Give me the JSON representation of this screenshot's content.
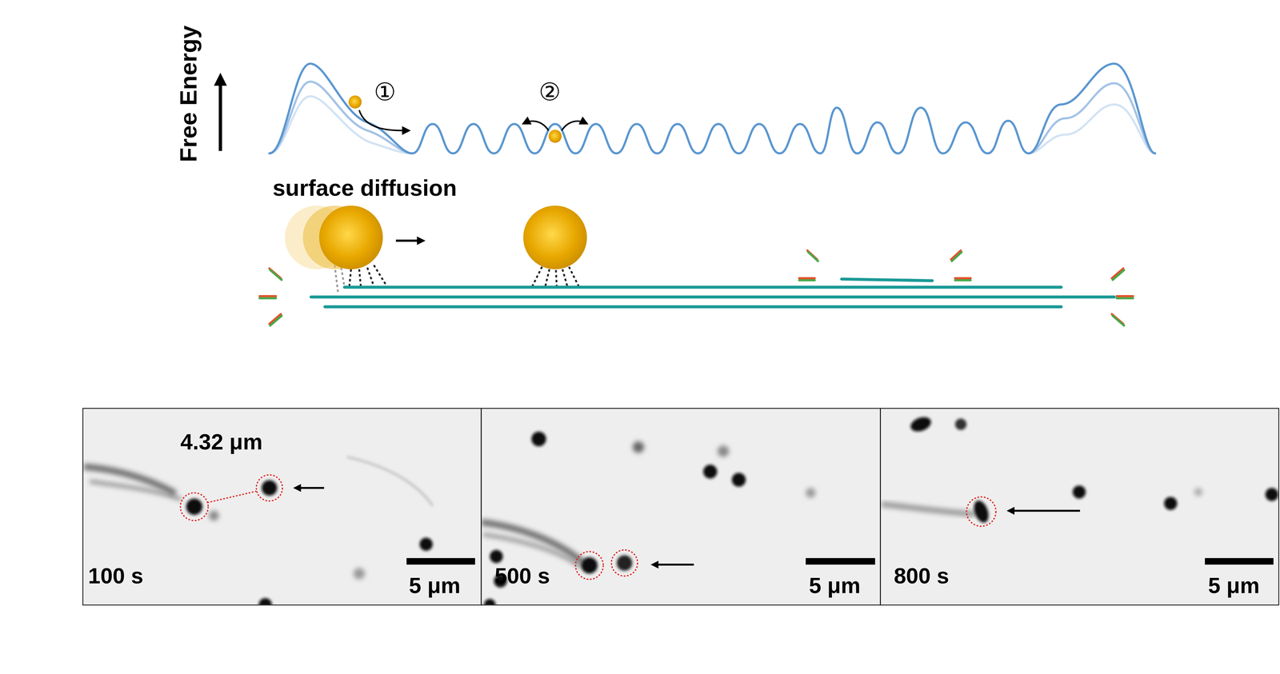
{
  "diagram": {
    "nodes": [
      {
        "text": [
          "4.32 μm",
          "100 s",
          "5 μm"
        ]
      },
      {
        "text": [
          "500 s",
          "5 μm"
        ]
      },
      {
        "text": [
          "800 s",
          "5 μm"
        ]
      }
    ],
    "labels": [
      "Free Energy",
      "①",
      "②",
      "surface diffusion"
    ]
  }
}
